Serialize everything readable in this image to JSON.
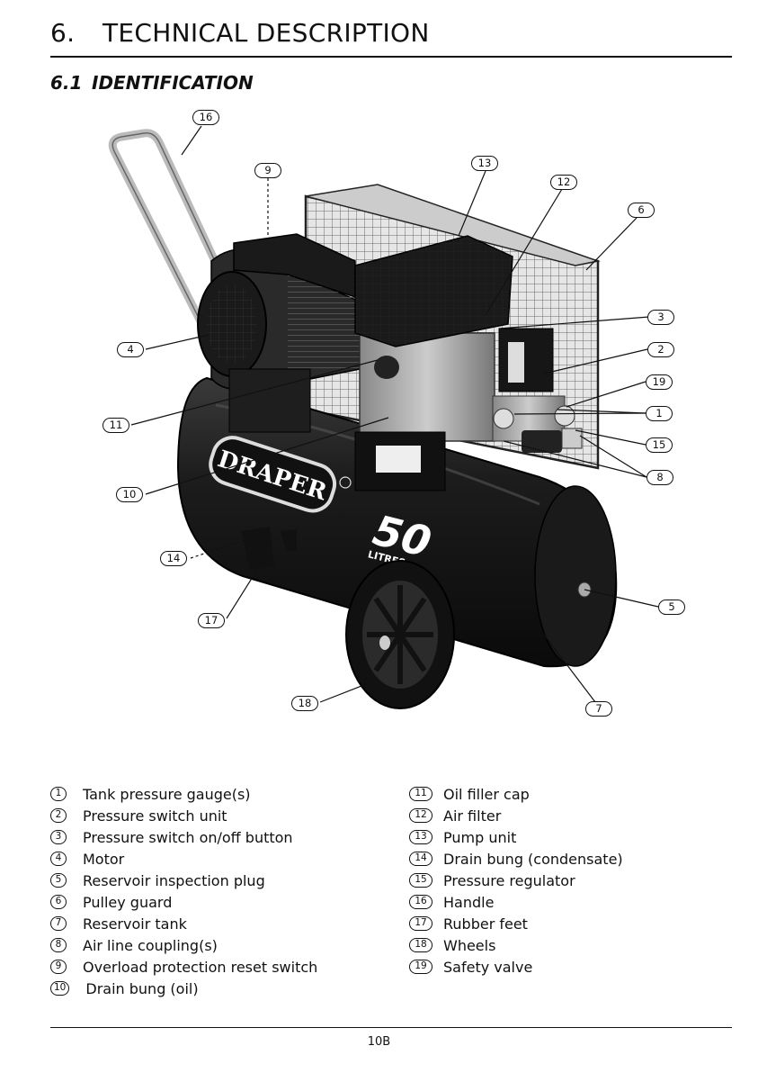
{
  "section": {
    "number": "6.",
    "title": "TECHNICAL DESCRIPTION"
  },
  "subsection": {
    "number": "6.1",
    "title": "IDENTIFICATION"
  },
  "figure": {
    "brand": "DRAPER",
    "capacity": "50",
    "capacity_unit": "LITRES",
    "callouts": [
      "1",
      "2",
      "3",
      "4",
      "5",
      "6",
      "7",
      "8",
      "9",
      "10",
      "11",
      "12",
      "13",
      "14",
      "15",
      "16",
      "17",
      "18",
      "19"
    ]
  },
  "legend_left": [
    {
      "num": "1",
      "label": "Tank pressure gauge(s)"
    },
    {
      "num": "2",
      "label": "Pressure switch unit"
    },
    {
      "num": "3",
      "label": "Pressure switch on/off button"
    },
    {
      "num": "4",
      "label": "Motor"
    },
    {
      "num": "5",
      "label": "Reservoir inspection plug"
    },
    {
      "num": "6",
      "label": "Pulley guard"
    },
    {
      "num": "7",
      "label": "Reservoir tank"
    },
    {
      "num": "8",
      "label": "Air line coupling(s)"
    },
    {
      "num": "9",
      "label": "Overload protection reset switch"
    },
    {
      "num": "10",
      "label": "Drain bung (oil)"
    }
  ],
  "legend_right": [
    {
      "num": "11",
      "label": "Oil filler cap"
    },
    {
      "num": "12",
      "label": "Air filter"
    },
    {
      "num": "13",
      "label": "Pump unit"
    },
    {
      "num": "14",
      "label": "Drain bung (condensate)"
    },
    {
      "num": "15",
      "label": "Pressure regulator"
    },
    {
      "num": "16",
      "label": "Handle"
    },
    {
      "num": "17",
      "label": "Rubber feet"
    },
    {
      "num": "18",
      "label": "Wheels"
    },
    {
      "num": "19",
      "label": "Safety valve"
    }
  ],
  "page_number": "10B"
}
